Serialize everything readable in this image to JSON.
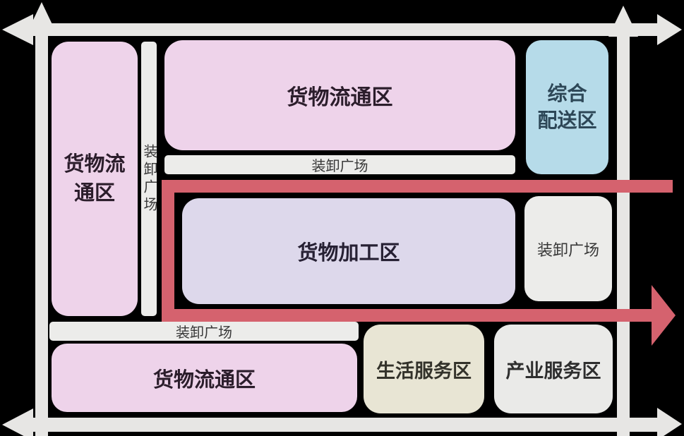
{
  "diagram": {
    "type": "logistics-park-zoning-plan",
    "background": "#000000",
    "colors": {
      "road": "#e7e6e4",
      "plaza": "#ececea",
      "circulation_zone": "#eed3ea",
      "processing_zone": "#ddd8eb",
      "distribution_zone": "#b6dbe9",
      "life_service_zone": "#e8e5d4",
      "industry_service_zone": "#eaeae8",
      "flow_arrow": "#d5626e",
      "zone_text": "#2b1d2b"
    },
    "zones": {
      "circulation_left": {
        "label": "货物流\n通区"
      },
      "plaza_left_vertical": {
        "label": "装卸广场"
      },
      "circulation_top": {
        "label": "货物流通区"
      },
      "distribution": {
        "label": "综合\n配送区"
      },
      "plaza_top": {
        "label": "装卸广场"
      },
      "processing": {
        "label": "货物加工区"
      },
      "plaza_right": {
        "label": "装卸广场"
      },
      "plaza_bottom": {
        "label": "装卸广场"
      },
      "circulation_bottom": {
        "label": "货物流通区"
      },
      "life_service": {
        "label": "生活服务区"
      },
      "industry_service": {
        "label": "产业服务区"
      }
    }
  }
}
